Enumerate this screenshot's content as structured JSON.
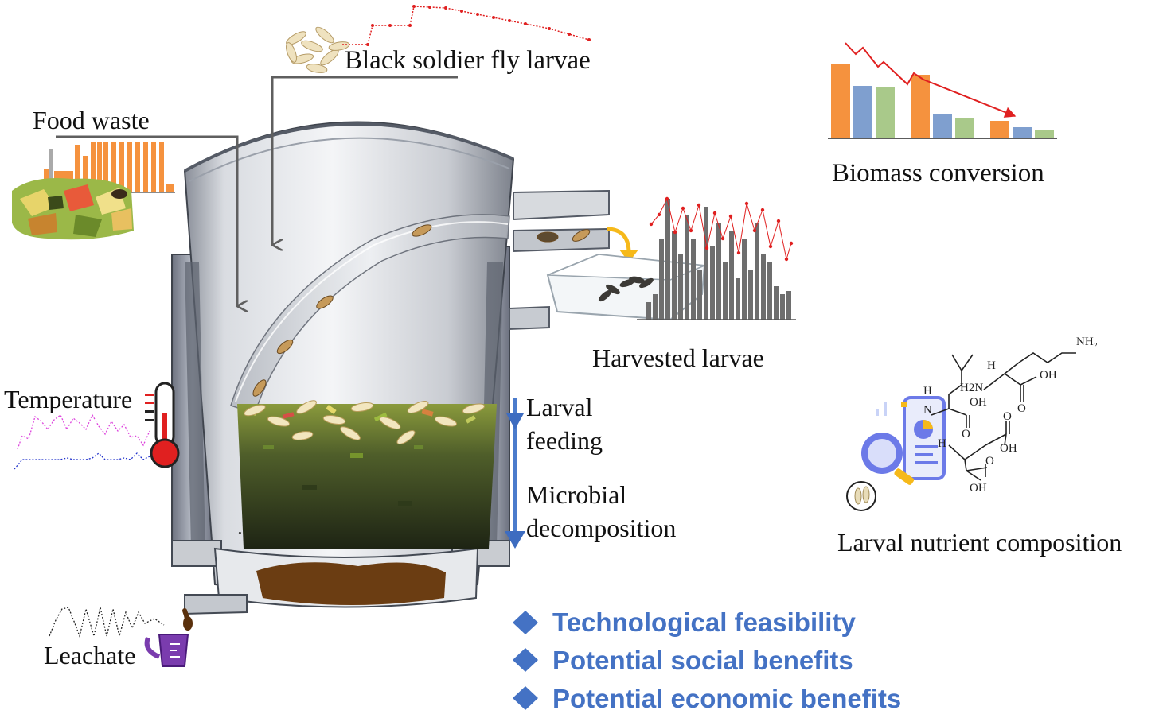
{
  "labels": {
    "food_waste": "Food waste",
    "bsf_larvae": "Black soldier fly larvae",
    "biomass_conversion": "Biomass conversion",
    "harvested_larvae": "Harvested larvae",
    "temperature": "Temperature",
    "larval_feeding_1": "Larval",
    "larval_feeding_2": "feeding",
    "microbial_1": "Microbial",
    "microbial_2": "decomposition",
    "nutrient_composition": "Larval nutrient composition",
    "leachate": "Leachate"
  },
  "benefits": [
    "Technological feasibility",
    "Potential social benefits",
    "Potential economic benefits"
  ],
  "chem": {
    "nh2_top": "NH₂",
    "h2n": "H2N",
    "h1": "H",
    "oh1": "OH",
    "o1": "O",
    "h2": "H",
    "n": "N",
    "oh2": "OH",
    "o2": "O",
    "h3": "H",
    "o3": "O",
    "oh3": "OH",
    "o4": "O",
    "oh4": "OH"
  },
  "colors": {
    "orange": "#f5923e",
    "blue": "#7f9fcf",
    "green": "#a9c98a",
    "arrow_gray": "#5f5f5f",
    "benefit_blue": "#4472c4",
    "red_line": "#e02020",
    "bar_gray": "#6e6e6e",
    "magenta": "#dd44dd",
    "navy": "#2233cc",
    "purple": "#7a3cae",
    "yellow_arrow": "#f6b91a"
  }
}
